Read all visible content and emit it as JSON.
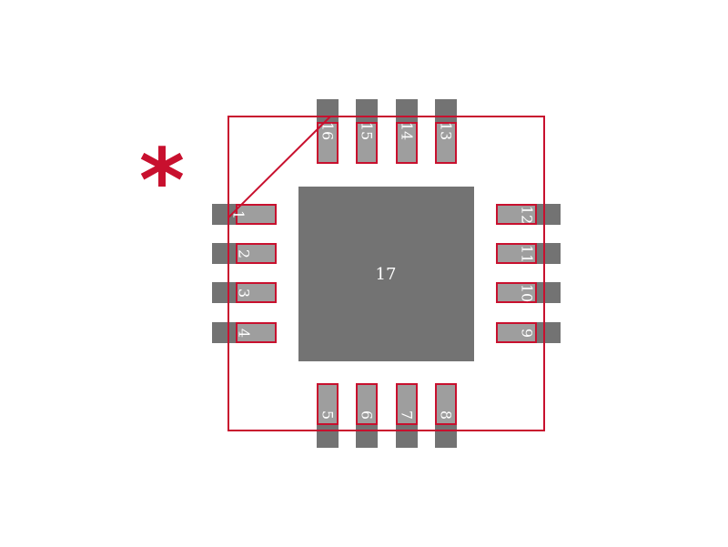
{
  "diagram": {
    "type": "qfn-16-footprint",
    "pin1_marker": "*",
    "thermal_pad_label": "17",
    "colors": {
      "copper": "#737373",
      "pad_fill": "#9e9e9e",
      "outline": "#c8102e"
    },
    "pins": {
      "left": [
        "1",
        "2",
        "3",
        "4"
      ],
      "bottom": [
        "5",
        "6",
        "7",
        "8"
      ],
      "right": [
        "9",
        "10",
        "11",
        "12"
      ],
      "top": [
        "13",
        "14",
        "15",
        "16"
      ]
    }
  }
}
